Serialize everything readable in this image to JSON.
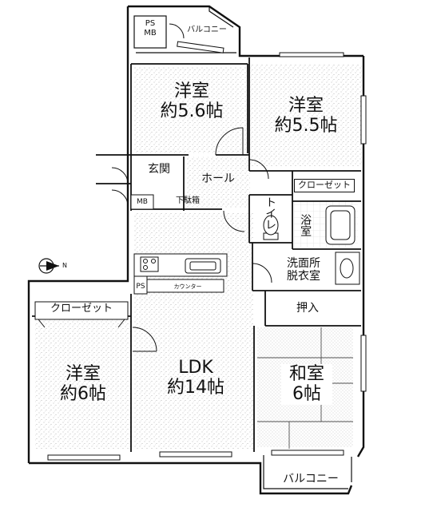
{
  "rooms": {
    "western_top_left": {
      "name": "洋室",
      "size": "約5.6帖"
    },
    "western_top_right": {
      "name": "洋室",
      "size": "約5.5帖"
    },
    "western_bottom_left": {
      "name": "洋室",
      "size": "約6帖"
    },
    "ldk": {
      "name": "LDK",
      "size": "約14帖"
    },
    "japanese": {
      "name": "和室",
      "size": "6帖"
    }
  },
  "labels": {
    "balcony_top": "バルコニー",
    "balcony_bottom": "バルコニー",
    "ps_mb_line1": "PS",
    "ps_mb_line2": "MB",
    "entrance": "玄関",
    "hall": "ホール",
    "closet_right": "クローゼット",
    "closet_left": "クローゼット",
    "toilet": "トイレ",
    "bath": "浴室",
    "washroom_line1": "洗面所",
    "washroom_line2": "脱衣室",
    "mb": "MB",
    "shoe_box": "下駄箱",
    "ps": "PS",
    "counter": "カウンター",
    "storage": "押入"
  },
  "compass": {
    "label": "N"
  }
}
